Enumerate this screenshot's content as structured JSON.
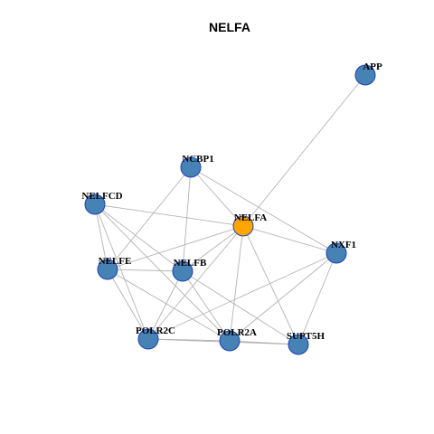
{
  "title": "NELFA",
  "colors": {
    "node_fill": "#4682b4",
    "node_stroke": "#1f3fbf",
    "focus_fill": "#ffa500",
    "edge": "#b4b4b4",
    "background": "#ffffff"
  },
  "nodes": [
    {
      "id": "APP",
      "label": "APP",
      "focus": false
    },
    {
      "id": "NCBP1",
      "label": "NCBP1",
      "focus": false
    },
    {
      "id": "NELFCD",
      "label": "NELFCD",
      "focus": false
    },
    {
      "id": "NELFA",
      "label": "NELFA",
      "focus": true
    },
    {
      "id": "NXF1",
      "label": "NXF1",
      "focus": false
    },
    {
      "id": "NELFE",
      "label": "NELFE",
      "focus": false
    },
    {
      "id": "NELFB",
      "label": "NELFB",
      "focus": false
    },
    {
      "id": "POLR2C",
      "label": "POLR2C",
      "focus": false
    },
    {
      "id": "POLR2A",
      "label": "POLR2A",
      "focus": false
    },
    {
      "id": "SUPT5H",
      "label": "SUPT5H",
      "focus": false
    }
  ],
  "edges": [
    [
      "APP",
      "NELFA"
    ],
    [
      "NCBP1",
      "NELFA"
    ],
    [
      "NCBP1",
      "NXF1"
    ],
    [
      "NCBP1",
      "NELFE"
    ],
    [
      "NCBP1",
      "NELFB"
    ],
    [
      "NELFCD",
      "NELFA"
    ],
    [
      "NELFCD",
      "NELFE"
    ],
    [
      "NELFCD",
      "NELFB"
    ],
    [
      "NELFCD",
      "POLR2C"
    ],
    [
      "NELFCD",
      "POLR2A"
    ],
    [
      "NELFA",
      "NXF1"
    ],
    [
      "NELFA",
      "NELFE"
    ],
    [
      "NELFA",
      "NELFB"
    ],
    [
      "NELFA",
      "POLR2C"
    ],
    [
      "NELFA",
      "POLR2A"
    ],
    [
      "NELFA",
      "SUPT5H"
    ],
    [
      "NXF1",
      "POLR2C"
    ],
    [
      "NXF1",
      "POLR2A"
    ],
    [
      "NXF1",
      "SUPT5H"
    ],
    [
      "NELFE",
      "NELFB"
    ],
    [
      "NELFE",
      "POLR2C"
    ],
    [
      "NELFE",
      "POLR2A"
    ],
    [
      "NELFB",
      "POLR2C"
    ],
    [
      "NELFB",
      "POLR2A"
    ],
    [
      "NELFB",
      "SUPT5H"
    ],
    [
      "POLR2C",
      "POLR2A"
    ],
    [
      "POLR2C",
      "SUPT5H"
    ],
    [
      "POLR2A",
      "SUPT5H"
    ]
  ]
}
